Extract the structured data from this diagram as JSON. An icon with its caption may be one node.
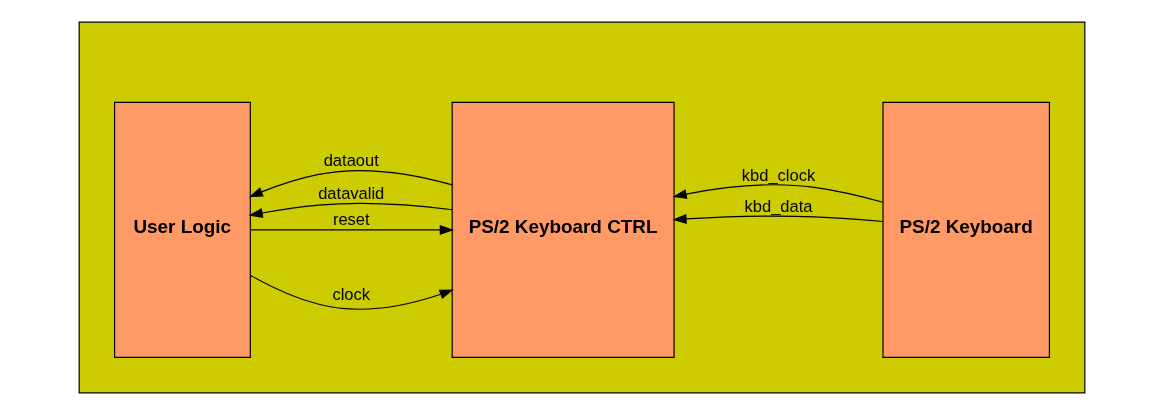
{
  "diagram": {
    "nodes": [
      {
        "text": [],
        "shape": "box"
      },
      {
        "text": [
          "User Logic"
        ],
        "in": 0
      },
      {
        "text": [
          "PS/2 Keyboard CTRL"
        ],
        "in": 0
      },
      {
        "text": [
          "PS/2 Keyboard"
        ],
        "in": 0
      }
    ],
    "edges": [
      {
        "from": 1,
        "to": 2,
        "arrow": "to",
        "label": "clock"
      },
      {
        "from": 1,
        "to": 2,
        "arrow": "to",
        "label": "reset"
      },
      {
        "from": 2,
        "to": 1,
        "arrow": "to",
        "label": "datavalid"
      },
      {
        "from": 2,
        "to": 1,
        "arrow": "to",
        "label": "dataout"
      },
      {
        "from": 3,
        "to": 2,
        "arrow": "to",
        "label": "kbd_data"
      },
      {
        "from": 3,
        "to": 2,
        "arrow": "to",
        "label": "kbd_clock"
      }
    ]
  }
}
